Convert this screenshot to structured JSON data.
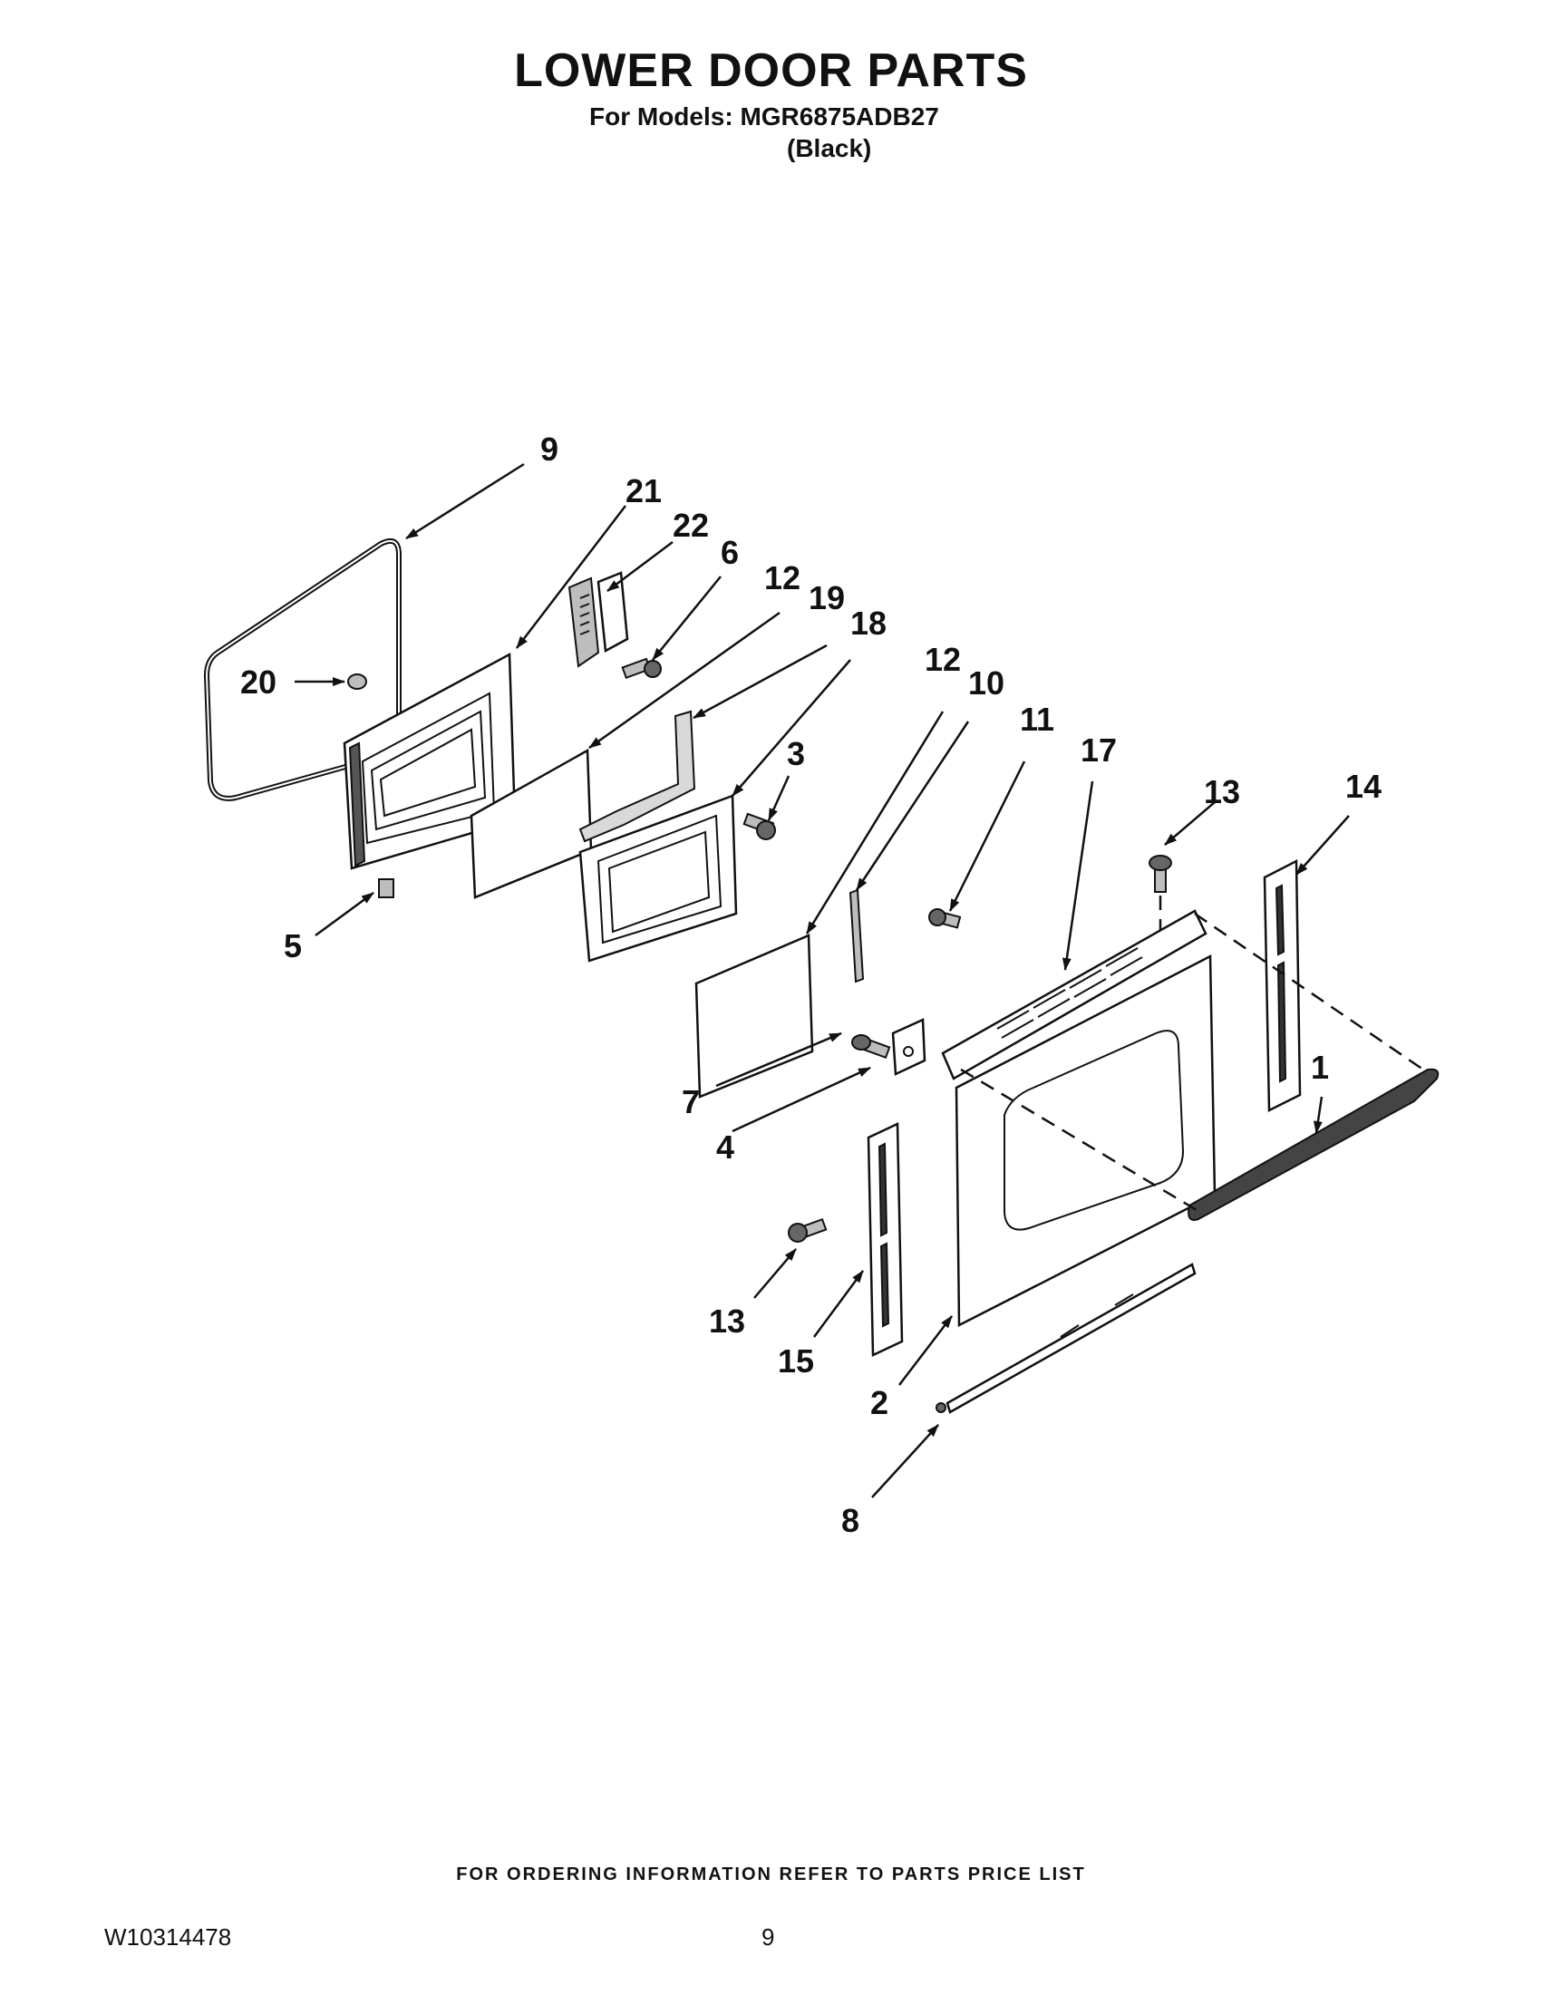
{
  "header": {
    "title": "LOWER DOOR PARTS",
    "models": "For Models: MGR6875ADB27",
    "color": "(Black)"
  },
  "callouts": [
    "1",
    "2",
    "3",
    "4",
    "5",
    "6",
    "7",
    "8",
    "9",
    "10",
    "11",
    "12",
    "12",
    "13",
    "13",
    "14",
    "15",
    "17",
    "18",
    "19",
    "20",
    "21",
    "22"
  ],
  "footer": {
    "ordering_note": "FOR ORDERING INFORMATION REFER TO PARTS PRICE LIST",
    "document_number": "W10314478",
    "page_number": "9"
  }
}
